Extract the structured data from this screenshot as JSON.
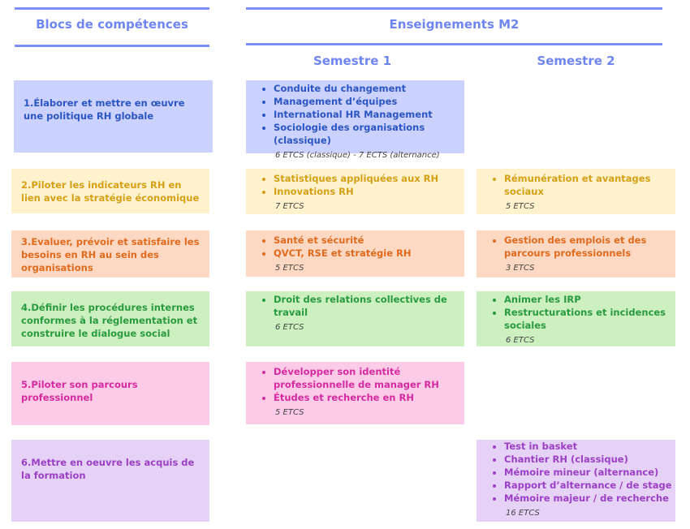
{
  "header": {
    "blocs_title": "Blocs de compétences",
    "enseignements_title": "Enseignements  M2",
    "semestre1": "Semestre 1",
    "semestre2": "Semestre 2"
  },
  "colors": {
    "header": "#6f86f2"
  },
  "rows": [
    {
      "theme": {
        "bg": "#cbd2ff",
        "fg": "#2b55c4"
      },
      "block": "1.Élaborer et mettre en œuvre une politique RH globale",
      "s1": {
        "items": [
          "Conduite du changement",
          "Management d’équipes",
          "International HR Management",
          "Sociologie des organisations (classique)"
        ],
        "ects": "6 ETCS (classique) - 7 ECTS (alternance)"
      },
      "s2": null
    },
    {
      "theme": {
        "bg": "#fff2cc",
        "fg": "#d4a017"
      },
      "block": "2.Piloter les indicateurs RH en lien avec la stratégie économique",
      "s1": {
        "items": [
          "Statistiques appliquées aux RH",
          "Innovations RH"
        ],
        "ects": "7 ETCS"
      },
      "s2": {
        "items": [
          "Rémunération et avantages sociaux"
        ],
        "ects": "5 ETCS"
      }
    },
    {
      "theme": {
        "bg": "#fdd9c3",
        "fg": "#e06a1e"
      },
      "block": "3.Evaluer, prévoir et satisfaire les besoins en RH au sein des organisations",
      "s1": {
        "items": [
          "Santé et sécurité",
          "QVCT, RSE et stratégie RH"
        ],
        "ects": "5 ETCS"
      },
      "s2": {
        "items": [
          "Gestion des emplois et des parcours professionnels"
        ],
        "ects": "3 ETCS"
      }
    },
    {
      "theme": {
        "bg": "#ccf0c0",
        "fg": "#2a9a3e"
      },
      "block": "4.Définir les procédures internes conformes à la réglementation et construire le dialogue social",
      "s1": {
        "items": [
          "Droit des relations collectives de travail"
        ],
        "ects": "6 ETCS"
      },
      "s2": {
        "items": [
          "Animer les IRP",
          "Restructurations et incidences sociales"
        ],
        "ects": "6 ETCS"
      }
    },
    {
      "theme": {
        "bg": "#fccbe8",
        "fg": "#d62aa0"
      },
      "block": "5.Piloter son parcours professionnel",
      "s1": {
        "items": [
          "Développer son identité professionnelle de manager RH",
          "Études et recherche en RH"
        ],
        "ects": "5 ETCS"
      },
      "s2": null
    },
    {
      "theme": {
        "bg": "#e6d2f7",
        "fg": "#9b3fc4"
      },
      "block": "6.Mettre en oeuvre les acquis de la formation",
      "s1": null,
      "s2": {
        "items": [
          "Test in basket",
          "Chantier RH (classique)",
          "Mémoire mineur (alternance)",
          "Rapport d’alternance  / de stage",
          "Mémoire majeur / de recherche"
        ],
        "ects": "16 ETCS"
      }
    }
  ]
}
